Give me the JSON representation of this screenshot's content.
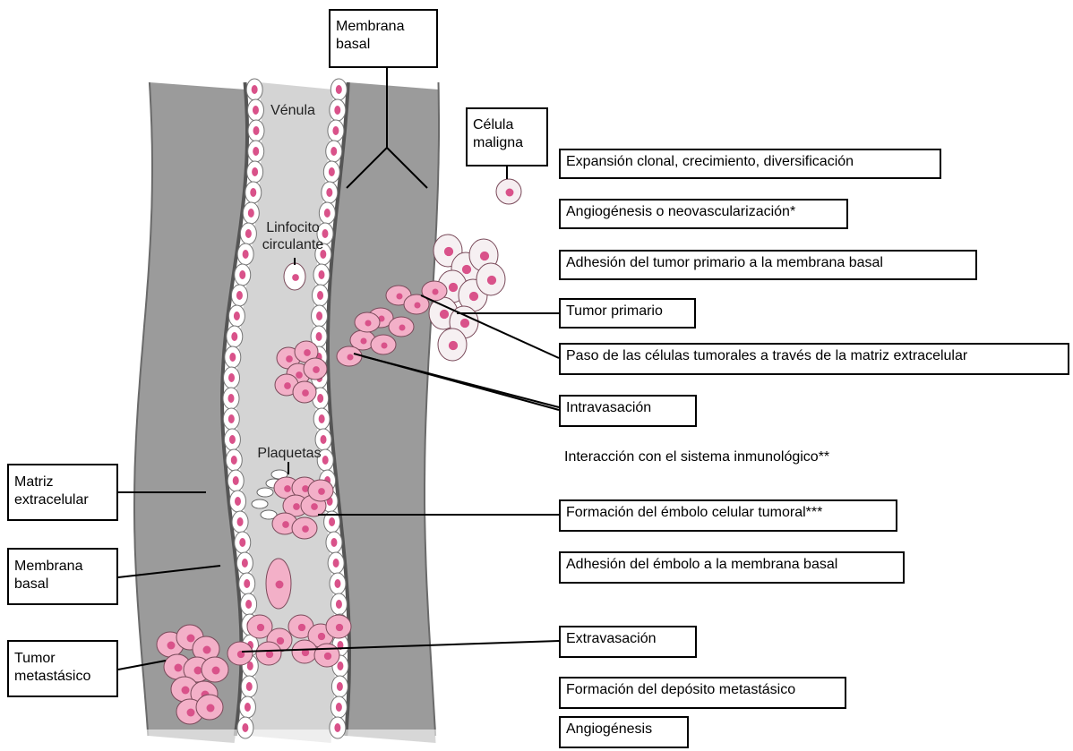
{
  "colors": {
    "matrix": "#9b9b9b",
    "membrane": "#555555",
    "lumen": "#d4d4d4",
    "cell_fill": "#f3b0c8",
    "cell_nucleus": "#d9528a",
    "endothelium": "#ffffff"
  },
  "vessel_labels": {
    "venula": "Vénula",
    "linfocito": "Linfocito\ncirculante",
    "plaquetas": "Plaquetas"
  },
  "left_labels": {
    "membrana_top": "Membrana\nbasal",
    "celula_maligna": "Célula\nmaligna",
    "matriz": "Matriz\nextracelular",
    "membrana_left": "Membrana\nbasal",
    "tumor_metastasico": "Tumor\nmetastásico"
  },
  "steps": [
    "Expansión clonal, crecimiento, diversificación",
    "Angiogénesis o neovascularización*",
    "Adhesión del tumor primario a la membrana basal",
    "Tumor primario",
    "Paso de las células tumorales a través de la matriz extracelular",
    "Intravasación",
    "Interacción con el sistema inmunológico**",
    "Formación del émbolo celular tumoral***",
    "Adhesión del émbolo a la membrana  basal",
    "Extravasación",
    "Formación del depósito metastásico",
    "Angiogénesis"
  ]
}
